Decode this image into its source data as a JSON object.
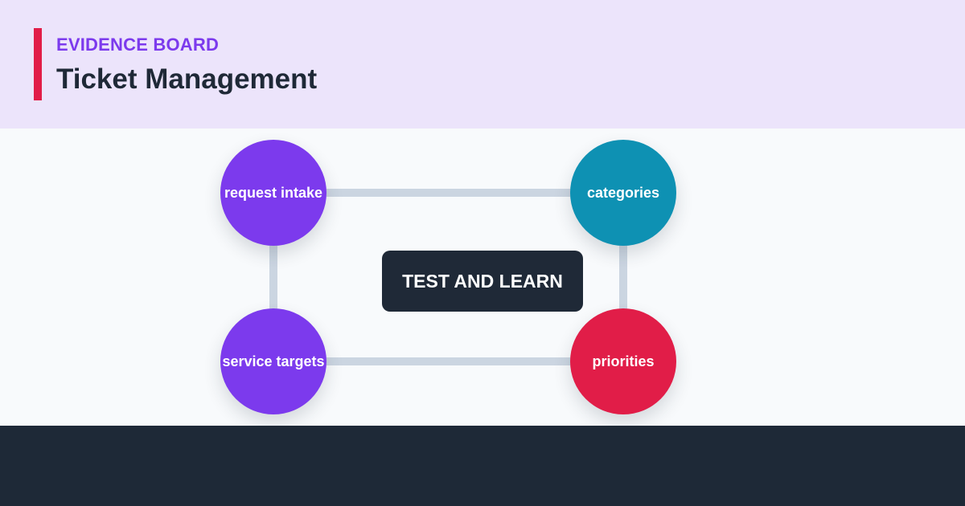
{
  "header": {
    "eyebrow": "EVIDENCE BOARD",
    "title": "Ticket Management"
  },
  "diagram": {
    "center_label": "TEST AND LEARN",
    "nodes": [
      {
        "label": "request intake",
        "color": "#7c3aed"
      },
      {
        "label": "categories",
        "color": "#0e91b3"
      },
      {
        "label": "service targets",
        "color": "#7c3aed"
      },
      {
        "label": "priorities",
        "color": "#e11d48"
      }
    ]
  },
  "colors": {
    "header_background": "#ece4fb",
    "accent_bar": "#e11d48",
    "eyebrow_text": "#7c3aed",
    "title_text": "#1f2937",
    "connector": "#cbd5e1",
    "center_box": "#1f2937",
    "footer": "#1e2937"
  }
}
